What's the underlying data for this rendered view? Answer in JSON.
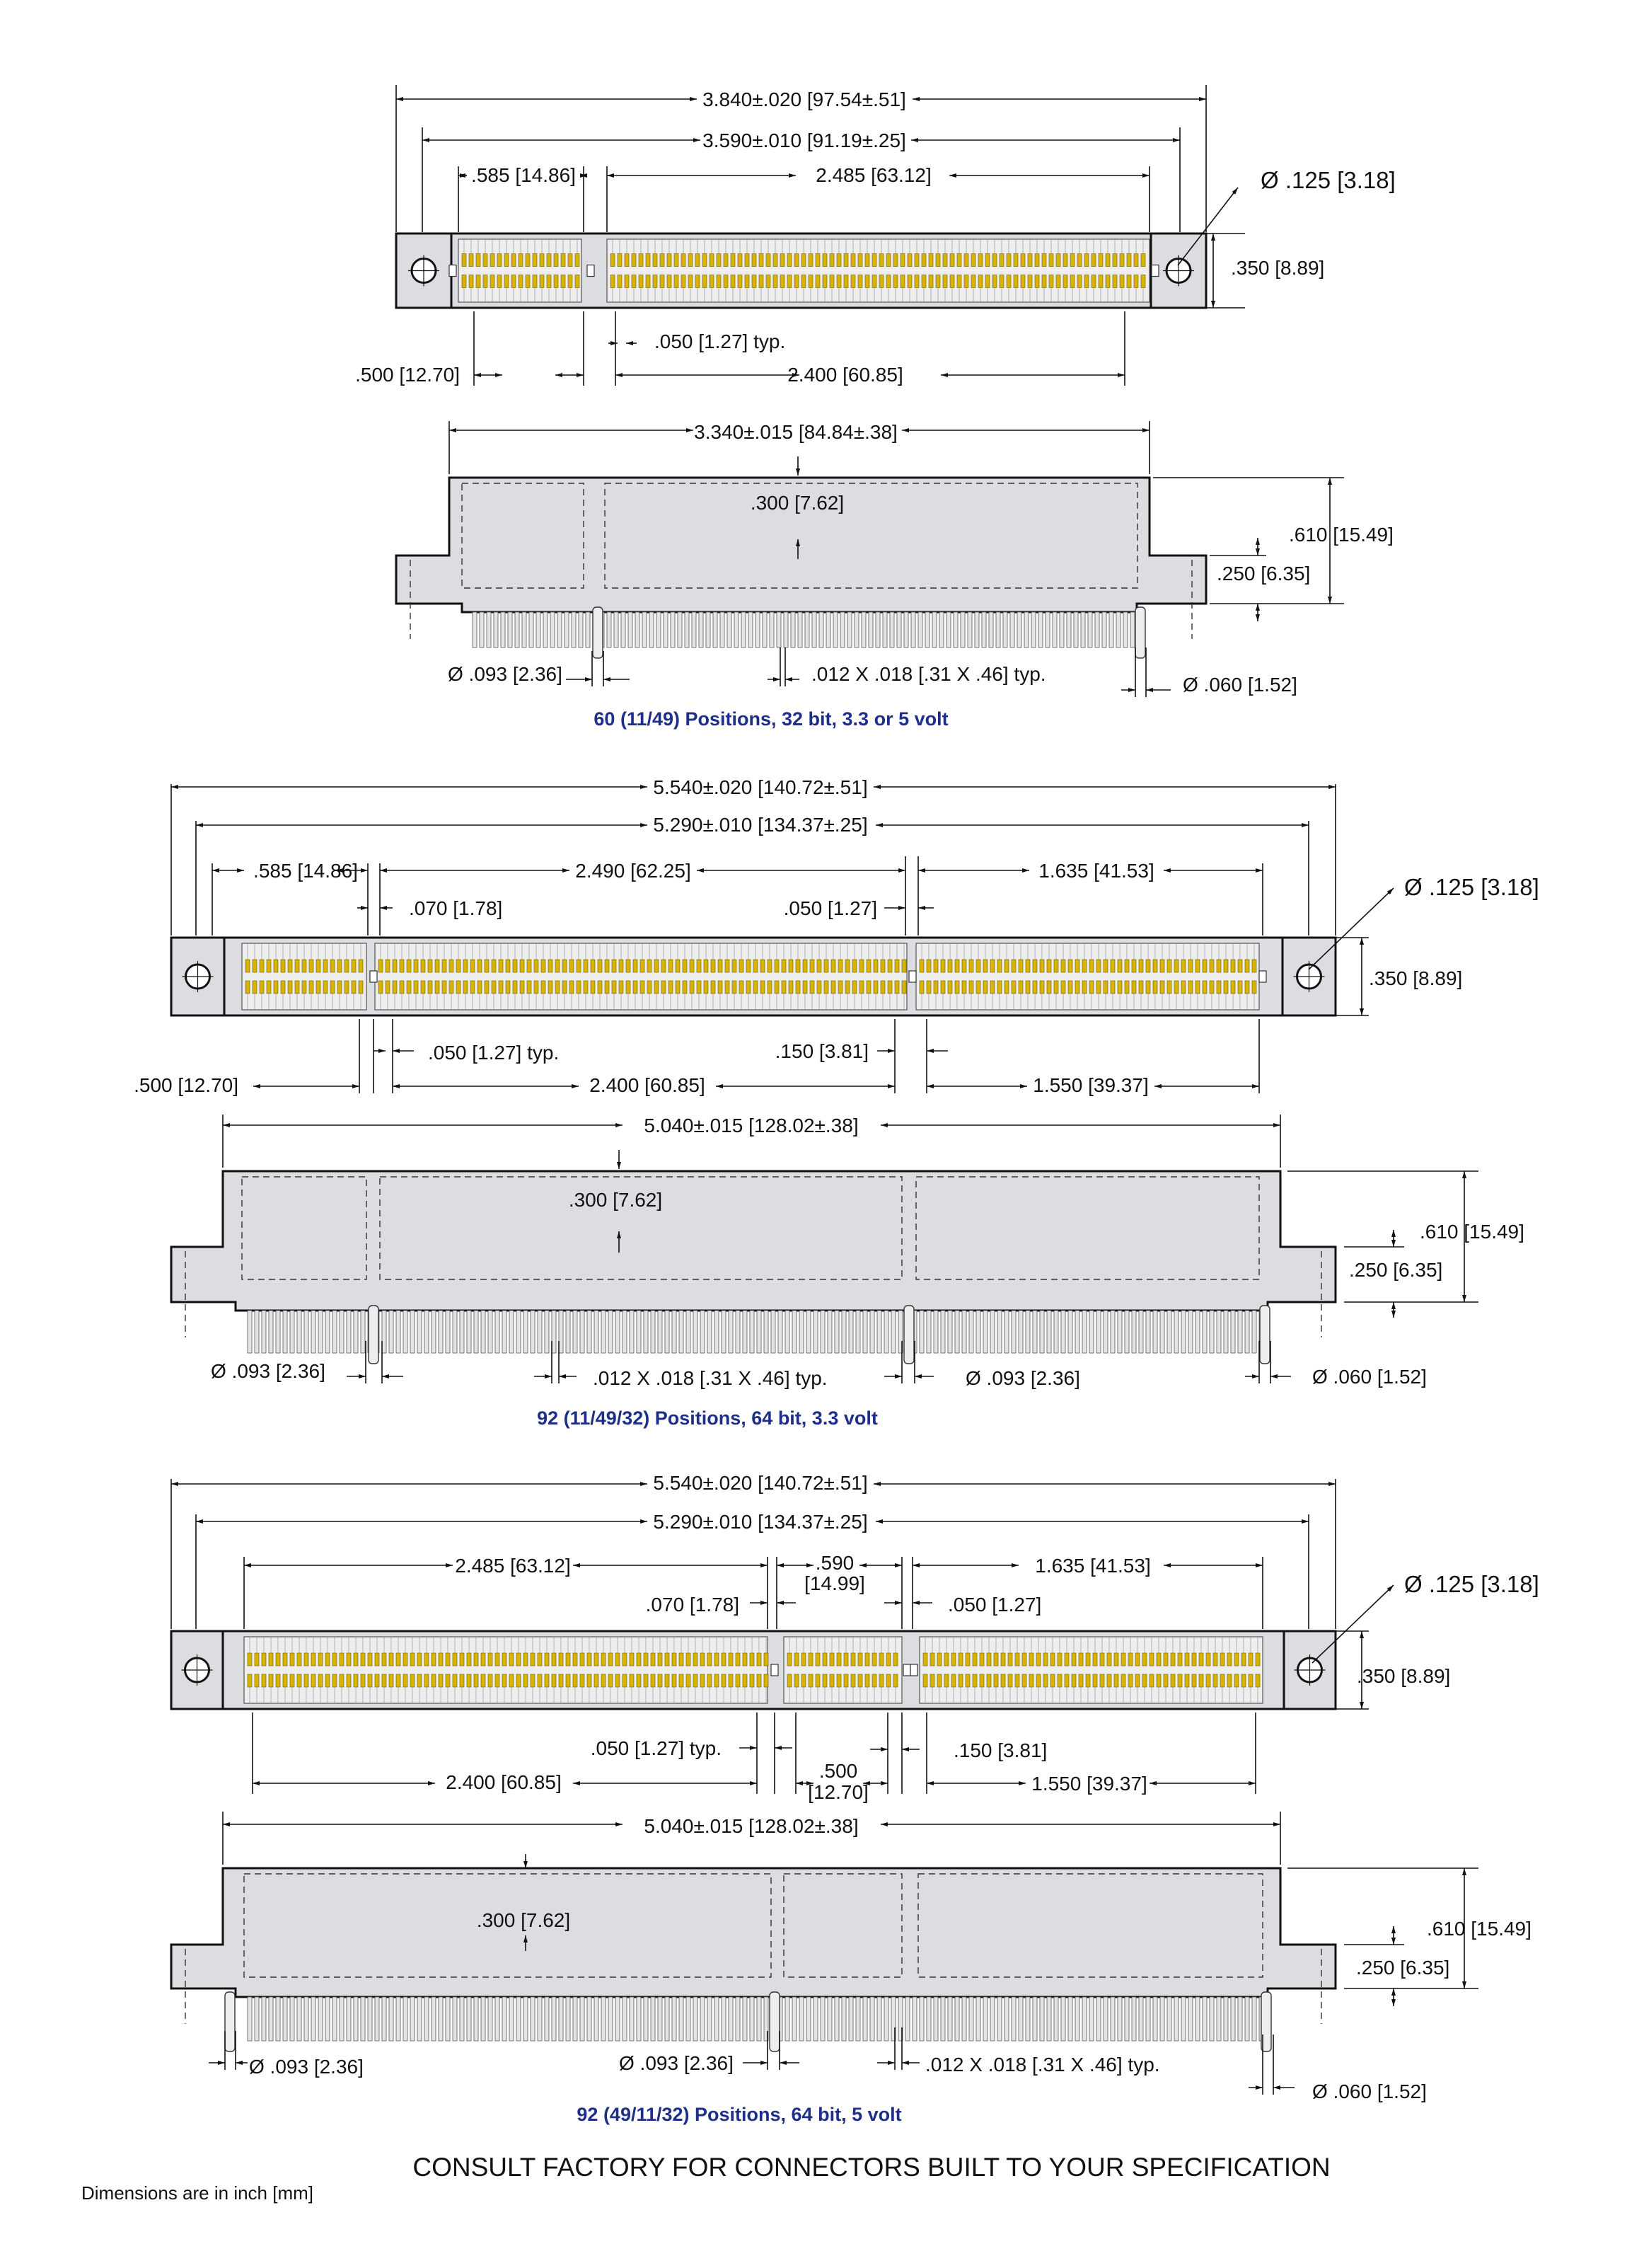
{
  "colors": {
    "body": "#dcdde0",
    "contact": "#d8b400",
    "caption": "#1e2f8a"
  },
  "connectors": [
    {
      "caption": "60 (11/49) Positions, 32 bit, 3.3 or 5 volt",
      "top": {
        "overall": "3.840±.020 [97.54±.51]",
        "holes": "3.590±.010 [91.19±.25]",
        "seg1": ".585 [14.86]",
        "seg2": "2.485 [63.12]",
        "hole_dia": "Ø .125 [3.18]",
        "height": ".350 [8.89]",
        "pitch": ".050 [1.27] typ.",
        "left_off": ".500 [12.70]",
        "span": "2.400 [60.85]"
      },
      "side": {
        "length": "3.340±.015 [84.84±.38]",
        "board": ".300 [7.62]",
        "overall_h": ".610 [15.49]",
        "flange_h": ".250 [6.35]",
        "peg": "Ø .093 [2.36]",
        "pin": ".012 X .018 [.31 X .46] typ.",
        "pin_end": "Ø .060 [1.52]"
      }
    },
    {
      "caption": "92 (11/49/32) Positions, 64 bit, 3.3 volt",
      "top": {
        "overall": "5.540±.020 [140.72±.51]",
        "holes": "5.290±.010 [134.37±.25]",
        "seg1": ".585 [14.86]",
        "seg2": "2.490 [62.25]",
        "seg3": "1.635 [41.53]",
        "key1": ".070 [1.78]",
        "key2": ".050 [1.27]",
        "hole_dia": "Ø .125 [3.18]",
        "height": ".350 [8.89]",
        "pitch": ".050 [1.27] typ.",
        "gap": ".150 [3.81]",
        "left_off": ".500 [12.70]",
        "span": "2.400 [60.85]",
        "span3": "1.550 [39.37]"
      },
      "side": {
        "length": "5.040±.015 [128.02±.38]",
        "board": ".300 [7.62]",
        "overall_h": ".610 [15.49]",
        "flange_h": ".250 [6.35]",
        "peg": "Ø .093 [2.36]",
        "pin": ".012 X .018 [.31 X .46] typ.",
        "peg2": "Ø .093 [2.36]",
        "pin_end": "Ø .060 [1.52]"
      }
    },
    {
      "caption": "92 (49/11/32) Positions, 64 bit, 5 volt",
      "top": {
        "overall": "5.540±.020 [140.72±.51]",
        "holes": "5.290±.010 [134.37±.25]",
        "seg1": "2.485 [63.12]",
        "seg2a": ".590",
        "seg2b": "[14.99]",
        "seg3": "1.635 [41.53]",
        "key1": ".070 [1.78]",
        "key2": ".050 [1.27]",
        "hole_dia": "Ø .125 [3.18]",
        "height": ".350 [8.89]",
        "pitch": ".050 [1.27] typ.",
        "gap": ".150 [3.81]",
        "span": "2.400 [60.85]",
        "mid_a": ".500",
        "mid_b": "[12.70]",
        "span3": "1.550 [39.37]"
      },
      "side": {
        "length": "5.040±.015 [128.02±.38]",
        "board": ".300 [7.62]",
        "overall_h": ".610 [15.49]",
        "flange_h": ".250 [6.35]",
        "peg": "Ø .093 [2.36]",
        "peg2": "Ø .093 [2.36]",
        "pin": ".012 X .018 [.31 X .46] typ.",
        "pin_end": "Ø .060 [1.52]"
      }
    }
  ],
  "footer": "CONSULT FACTORY FOR CONNECTORS BUILT TO YOUR SPECIFICATION",
  "units_note": "Dimensions are in inch [mm]"
}
